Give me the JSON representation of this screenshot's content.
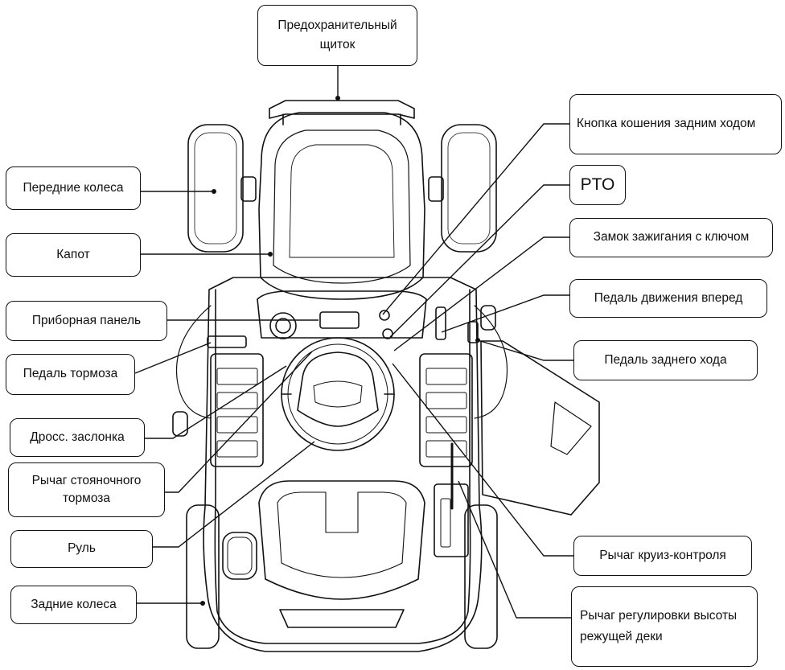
{
  "labels": {
    "guard": "Предохранительный щиток",
    "front_wheels": "Передние колеса",
    "hood": "Капот",
    "dashboard": "Приборная панель",
    "brake_pedal": "Педаль тормоза",
    "throttle": "Дросс. заслонка",
    "parking_brake": "Рычаг стояночного тормоза",
    "steering_wheel": "Руль",
    "rear_wheels": "Задние колеса",
    "reverse_mow": "Кнопка кошения задним ходом",
    "pto": "PTO",
    "ignition": "Замок зажигания с ключом",
    "forward_pedal": "Педаль движения вперед",
    "reverse_pedal": "Педаль заднего хода",
    "cruise": "Рычаг круиз-контроля",
    "deck_height": "Рычаг регулировки высоты режущей деки"
  },
  "colors": {
    "stroke": "#111111",
    "background": "#ffffff"
  }
}
